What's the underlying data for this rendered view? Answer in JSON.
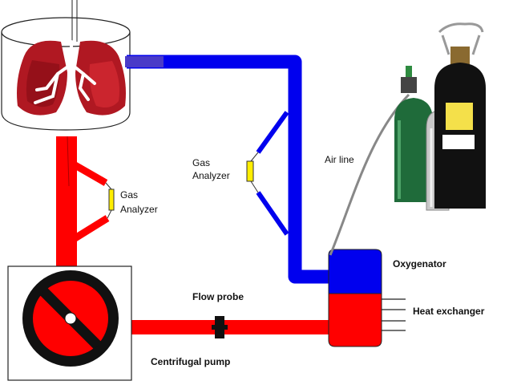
{
  "labels": {
    "gas_analyzer_left_line1": "Gas",
    "gas_analyzer_left_line2": "Analyzer",
    "gas_analyzer_mid_line1": "Gas",
    "gas_analyzer_mid_line2": "Analyzer",
    "air_line": "Air line",
    "oxygenator": "Oxygenator",
    "heat_exchanger": "Heat exchanger",
    "flow_probe": "Flow probe",
    "centrifugal_pump": "Centrifugal pump"
  },
  "colors": {
    "arterial": "#ff0000",
    "venous": "#0000ee",
    "lung_dark": "#a0101a",
    "lung_mid": "#c0202a",
    "analyzer": "#ffee00",
    "o2_cylinder_green": "#1f6b3a",
    "cylinder_black": "#111111"
  },
  "icons": {
    "lungs": "lungs-icon",
    "pump": "centrifugal-pump-icon",
    "cylinders": "gas-cylinders-icon"
  }
}
